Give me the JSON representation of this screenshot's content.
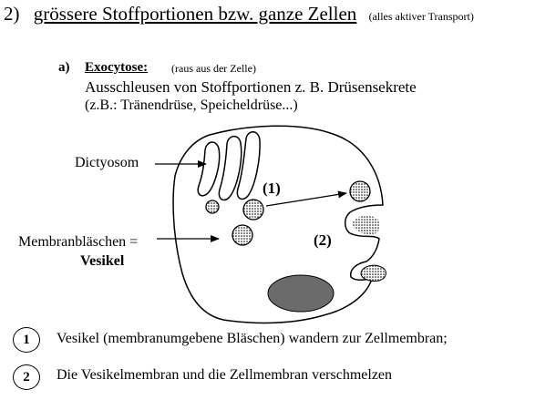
{
  "heading": {
    "number": "2)",
    "title": "grössere Stoffportionen bzw. ganze Zellen",
    "subtitle": "(alles aktiver Transport)"
  },
  "section": {
    "letter": "a)",
    "title": "Exocytose:",
    "note": "(raus aus der Zelle)",
    "line1": "Ausschleusen von Stoffportionen z. B. Drüsensekrete",
    "line2": "(z.B.: Tränendrüse, Speicheldrüse...)"
  },
  "labels": {
    "dictyosom": "Dictyosom",
    "membranblaeschen": "Membranbläschen =",
    "vesikel": "Vesikel",
    "marker1": "(1)",
    "marker2": "(2)"
  },
  "steps": [
    {
      "number": "1",
      "text": "Vesikel (membranumgebene Bläschen) wandern zur Zellmembran;"
    },
    {
      "number": "2",
      "text": "Die Vesikelmembran und die Zellmembran verschmelzen"
    }
  ],
  "colors": {
    "nucleus": "#6b6b6b",
    "line": "#000000"
  }
}
